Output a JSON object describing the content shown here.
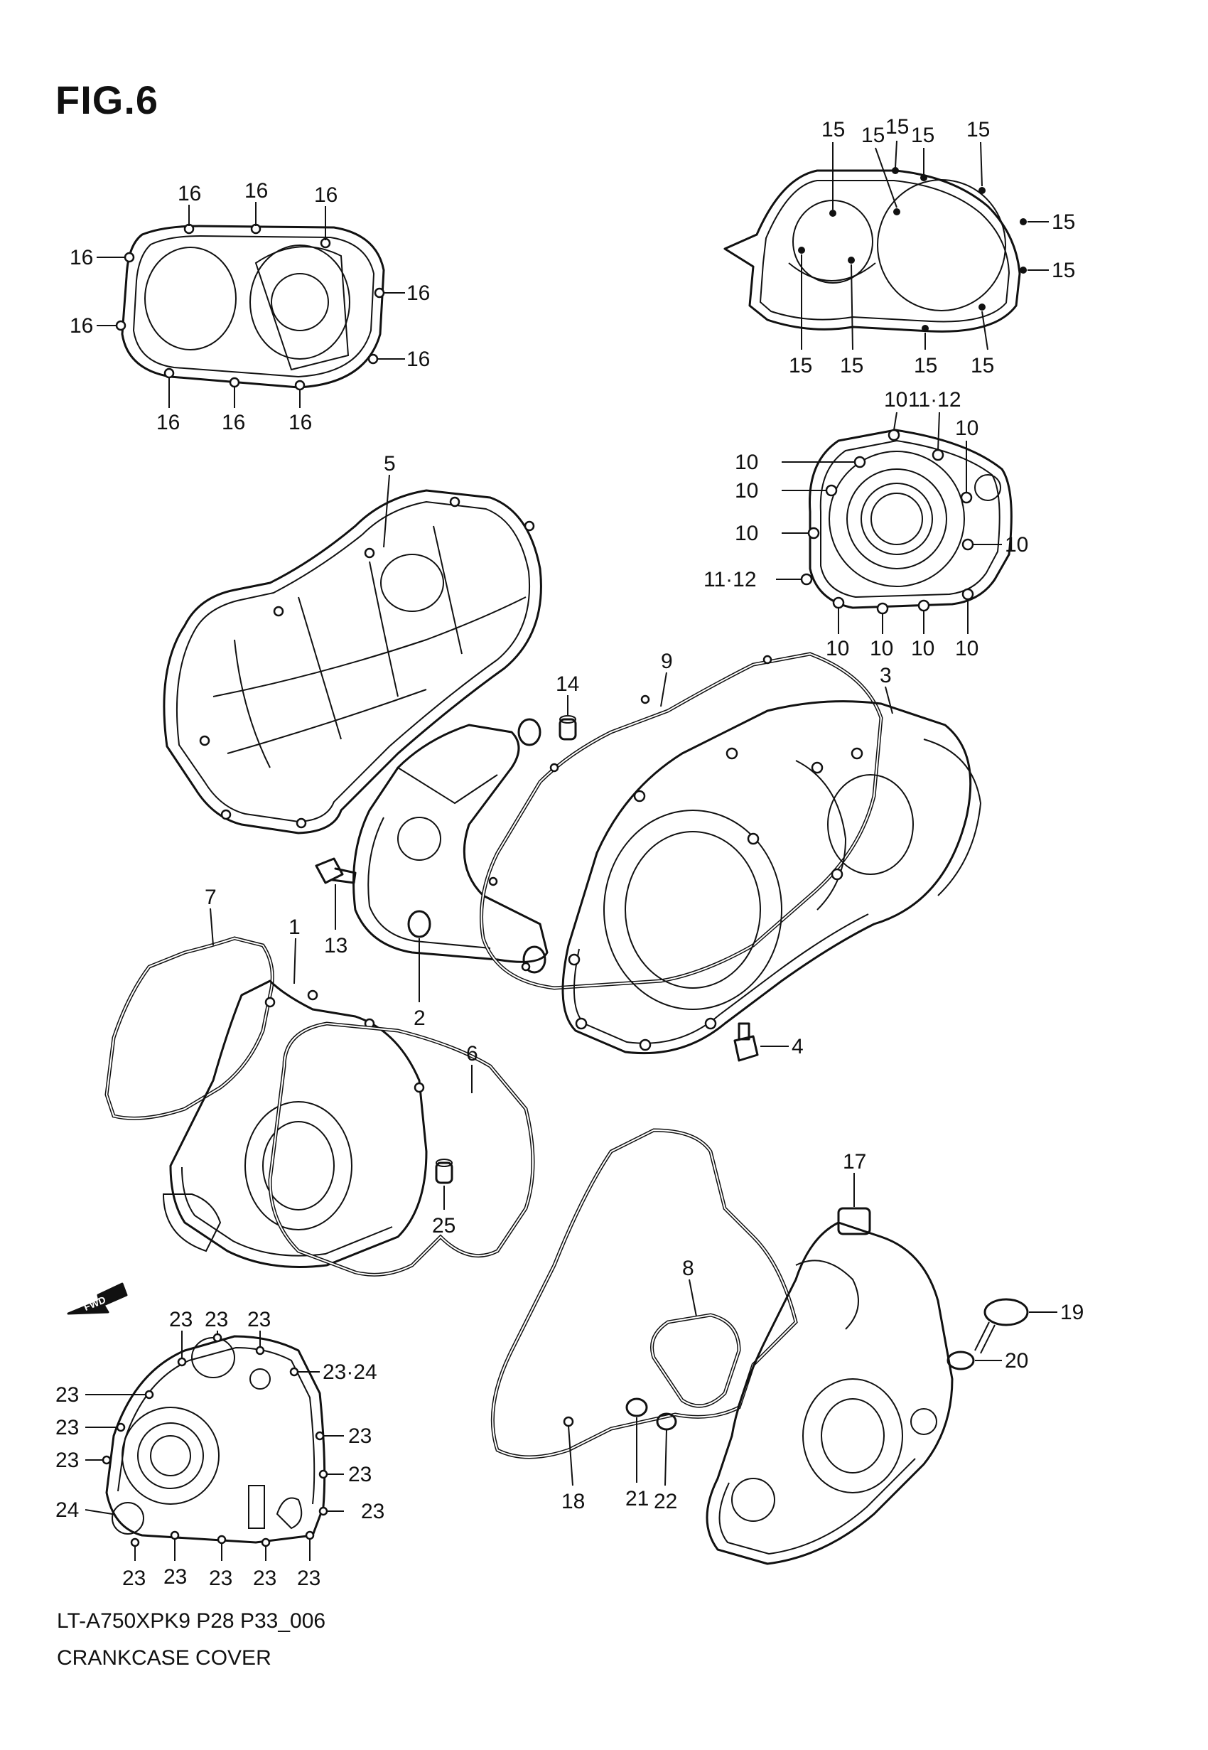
{
  "figure": {
    "title": "FIG.6",
    "model_code": "LT-A750XPK9 P28 P33_006",
    "caption": "CRANKCASE COVER",
    "fwd_label": "FWD"
  },
  "callouts": [
    {
      "id": "c16a",
      "text": "16"
    },
    {
      "id": "c16b",
      "text": "16"
    },
    {
      "id": "c16c",
      "text": "16"
    },
    {
      "id": "c16d",
      "text": "16"
    },
    {
      "id": "c16e",
      "text": "16"
    },
    {
      "id": "c16f",
      "text": "16"
    },
    {
      "id": "c16g",
      "text": "16"
    },
    {
      "id": "c16h",
      "text": "16"
    },
    {
      "id": "c16i",
      "text": "16"
    },
    {
      "id": "c16j",
      "text": "16"
    },
    {
      "id": "c15a",
      "text": "15"
    },
    {
      "id": "c15b",
      "text": "15"
    },
    {
      "id": "c15c",
      "text": "15"
    },
    {
      "id": "c15d",
      "text": "15"
    },
    {
      "id": "c15e",
      "text": "15"
    },
    {
      "id": "c15f",
      "text": "15"
    },
    {
      "id": "c15g",
      "text": "15"
    },
    {
      "id": "c15h",
      "text": "15"
    },
    {
      "id": "c15i",
      "text": "15"
    },
    {
      "id": "c15j",
      "text": "15"
    },
    {
      "id": "c15k",
      "text": "15"
    },
    {
      "id": "c10a",
      "text": "10"
    },
    {
      "id": "c10b",
      "text": "10"
    },
    {
      "id": "c10c",
      "text": "10"
    },
    {
      "id": "c10d",
      "text": "10"
    },
    {
      "id": "c10e",
      "text": "10"
    },
    {
      "id": "c10f",
      "text": "10"
    },
    {
      "id": "c10g",
      "text": "10"
    },
    {
      "id": "c10h",
      "text": "10"
    },
    {
      "id": "c10i",
      "text": "10"
    },
    {
      "id": "c10j",
      "text": "10"
    },
    {
      "id": "c1112a",
      "text": "11·12"
    },
    {
      "id": "c1112b",
      "text": "11·12"
    },
    {
      "id": "c5",
      "text": "5"
    },
    {
      "id": "c14",
      "text": "14"
    },
    {
      "id": "c9",
      "text": "9"
    },
    {
      "id": "c3",
      "text": "3"
    },
    {
      "id": "c7",
      "text": "7"
    },
    {
      "id": "c1",
      "text": "1"
    },
    {
      "id": "c13",
      "text": "13"
    },
    {
      "id": "c2",
      "text": "2"
    },
    {
      "id": "c4",
      "text": "4"
    },
    {
      "id": "c6",
      "text": "6"
    },
    {
      "id": "c25",
      "text": "25"
    },
    {
      "id": "c17",
      "text": "17"
    },
    {
      "id": "c8",
      "text": "8"
    },
    {
      "id": "c19",
      "text": "19"
    },
    {
      "id": "c20",
      "text": "20"
    },
    {
      "id": "c18",
      "text": "18"
    },
    {
      "id": "c21",
      "text": "21"
    },
    {
      "id": "c22",
      "text": "22"
    },
    {
      "id": "c23a",
      "text": "23"
    },
    {
      "id": "c23b",
      "text": "23"
    },
    {
      "id": "c23c",
      "text": "23"
    },
    {
      "id": "c2324",
      "text": "23·24"
    },
    {
      "id": "c23d",
      "text": "23"
    },
    {
      "id": "c23e",
      "text": "23"
    },
    {
      "id": "c23f",
      "text": "23"
    },
    {
      "id": "c23g",
      "text": "23"
    },
    {
      "id": "c23h",
      "text": "23"
    },
    {
      "id": "c23i",
      "text": "23"
    },
    {
      "id": "c23j",
      "text": "23"
    },
    {
      "id": "c23k",
      "text": "23"
    },
    {
      "id": "c23l",
      "text": "23"
    },
    {
      "id": "c23m",
      "text": "23"
    },
    {
      "id": "c23n",
      "text": "23"
    },
    {
      "id": "c24",
      "text": "24"
    }
  ]
}
